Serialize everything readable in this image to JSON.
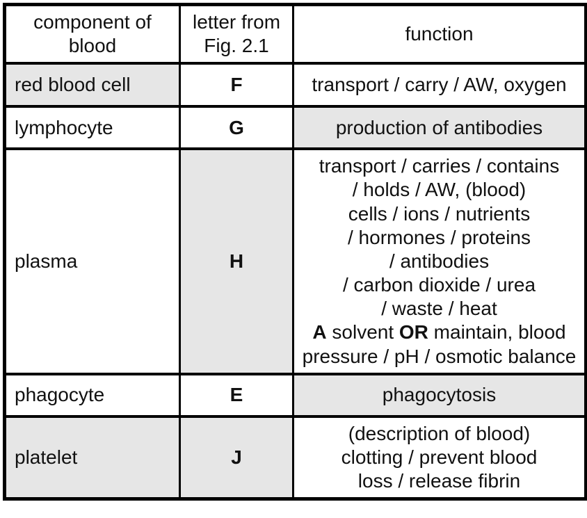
{
  "colors": {
    "shade": "#e6e6e6",
    "border": "#000000",
    "background": "#ffffff"
  },
  "table": {
    "headers": [
      {
        "name": "component-of-blood",
        "lines": [
          "component of",
          "blood"
        ]
      },
      {
        "name": "letter-from-fig-2-1",
        "lines": [
          "letter from",
          "Fig. 2.1"
        ]
      },
      {
        "name": "function",
        "lines": [
          "function"
        ]
      }
    ],
    "rows": [
      {
        "component": {
          "text": "red blood cell",
          "shaded": true
        },
        "letter": {
          "text": "F",
          "shaded": false
        },
        "function": {
          "shaded": false,
          "lines": [
            [
              {
                "t": "transport / carry / AW, oxygen"
              }
            ]
          ]
        }
      },
      {
        "component": {
          "text": "lymphocyte",
          "shaded": false
        },
        "letter": {
          "text": "G",
          "shaded": false
        },
        "function": {
          "shaded": true,
          "lines": [
            [
              {
                "t": "production of antibodies"
              }
            ]
          ]
        }
      },
      {
        "component": {
          "text": "plasma",
          "shaded": false
        },
        "letter": {
          "text": "H",
          "shaded": true
        },
        "function": {
          "shaded": false,
          "lines": [
            [
              {
                "t": "transport / carries / contains"
              }
            ],
            [
              {
                "t": "/ holds / AW, (blood)"
              }
            ],
            [
              {
                "t": "cells / ions / nutrients"
              }
            ],
            [
              {
                "t": "/ hormones / proteins"
              }
            ],
            [
              {
                "t": "/ antibodies"
              }
            ],
            [
              {
                "t": "/ carbon dioxide / urea"
              }
            ],
            [
              {
                "t": "/ waste / heat"
              }
            ],
            [
              {
                "t": "A",
                "b": true
              },
              {
                "t": " solvent "
              },
              {
                "t": "OR",
                "b": true
              },
              {
                "t": " maintain, blood"
              }
            ],
            [
              {
                "t": "pressure / pH / osmotic balance"
              }
            ]
          ]
        }
      },
      {
        "component": {
          "text": "phagocyte",
          "shaded": false
        },
        "letter": {
          "text": "E",
          "shaded": false
        },
        "function": {
          "shaded": true,
          "lines": [
            [
              {
                "t": "phagocytosis"
              }
            ]
          ]
        }
      },
      {
        "component": {
          "text": "platelet",
          "shaded": true
        },
        "letter": {
          "text": "J",
          "shaded": true
        },
        "function": {
          "shaded": false,
          "lines": [
            [
              {
                "t": "(description of blood)"
              }
            ],
            [
              {
                "t": "clotting / prevent blood"
              }
            ],
            [
              {
                "t": "loss / release fibrin"
              }
            ]
          ]
        }
      }
    ]
  }
}
